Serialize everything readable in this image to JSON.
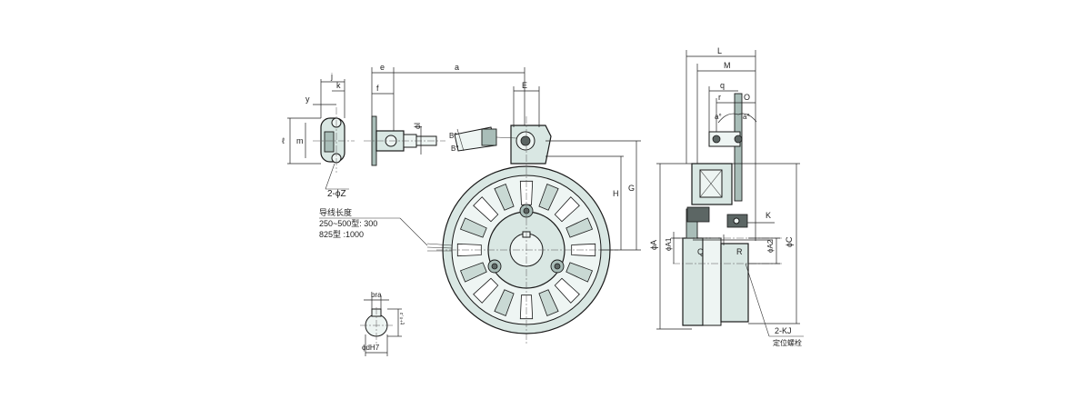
{
  "labels": {
    "e": "e",
    "a": "a",
    "E": "E",
    "f": "f",
    "phi_l": "ϕl",
    "j": "j",
    "k": "k",
    "y": "y",
    "m": "m",
    "ell": "ℓ",
    "two_phiZ": "2-ϕZ",
    "B1": "B°",
    "B2": "B°",
    "H": "H",
    "G": "G",
    "bra": "bra",
    "t": "t⁺⁰·²",
    "phi_d": "ϕdH7",
    "L": "L",
    "M": "M",
    "q": "q",
    "r": "r",
    "O": "O",
    "a1": "a°",
    "a2": "a°",
    "K": "K",
    "Q": "Q",
    "R": "R",
    "phiA": "ϕA",
    "phiA1": "ϕA1",
    "phiA2": "ϕA2",
    "phiC": "ϕC",
    "two_KJ": "2-KJ",
    "positioning_bolt": "定位螺栓"
  },
  "lead_note": {
    "title": "导线长度",
    "line1": "250~500型: 300",
    "line2": "825型        :1000"
  },
  "colors": {
    "body_fill": "#d9e7e3",
    "light_fill": "#eef5f3",
    "dark_fill": "#5c6664",
    "line": "#1a1a1a"
  }
}
